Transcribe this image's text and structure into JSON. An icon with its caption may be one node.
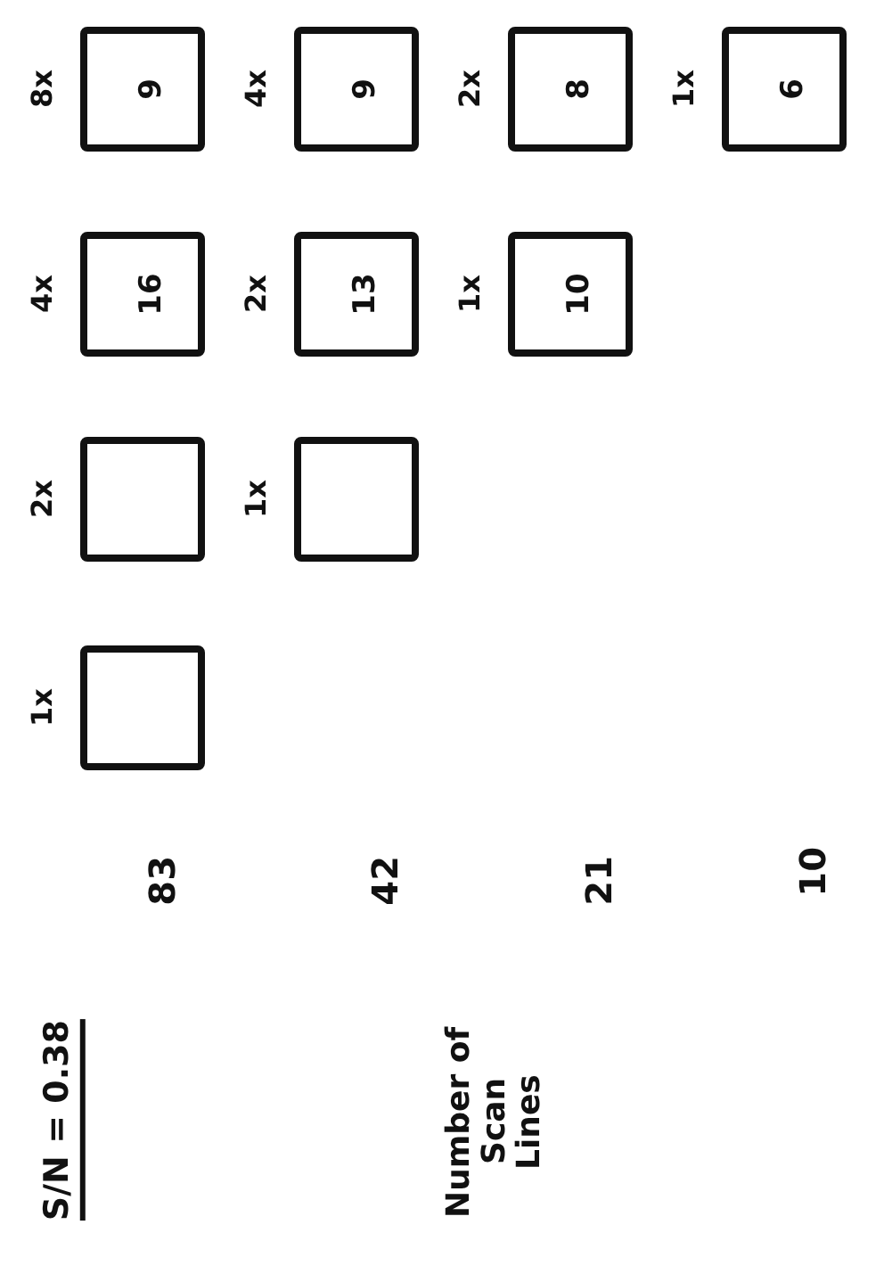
{
  "diagram": {
    "title": "S/N = 0.38",
    "nodes": [
      {
        "text": [],
        "shape": "box",
        "beside": [
          "1x"
        ]
      },
      {
        "text": [],
        "shape": "box",
        "beside": [
          "2x"
        ]
      },
      {
        "text": [],
        "shape": "box",
        "beside": [
          "1x"
        ]
      },
      {
        "text": [
          "16"
        ],
        "beside": [
          "4x"
        ]
      },
      {
        "text": [
          "13"
        ],
        "beside": [
          "2x"
        ]
      },
      {
        "text": [
          "10"
        ],
        "beside": [
          "1x"
        ]
      },
      {
        "text": [
          "9"
        ],
        "beside": [
          "8x"
        ]
      },
      {
        "text": [
          "9"
        ],
        "beside": [
          "4x"
        ]
      },
      {
        "text": [
          "8"
        ],
        "beside": [
          "2x"
        ]
      },
      {
        "text": [
          "6"
        ],
        "beside": [
          "1x"
        ]
      }
    ],
    "edges": [],
    "labels": [
      "Number of Scan Lines",
      "83",
      "42",
      "21",
      "10"
    ]
  }
}
